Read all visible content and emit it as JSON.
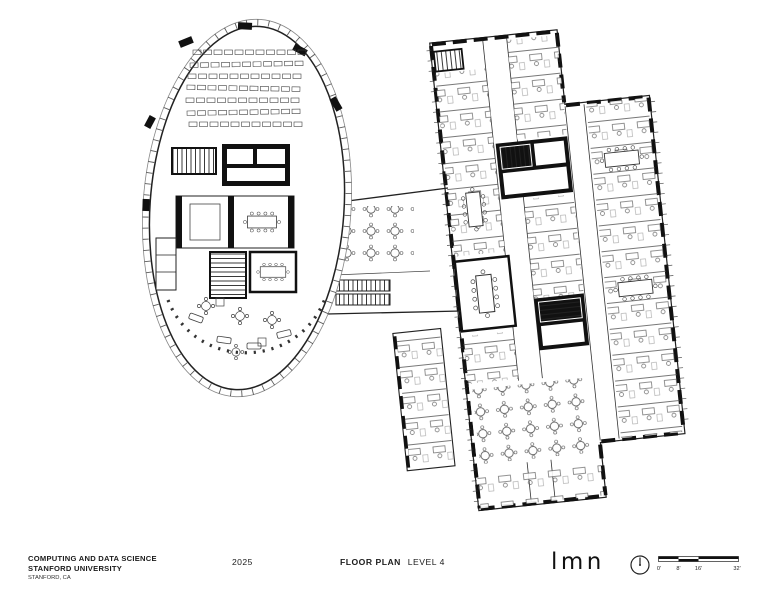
{
  "title_block": {
    "project_name": "COMPUTING AND DATA SCIENCE",
    "client": "STANFORD UNIVERSITY",
    "location": "STANFORD, CA",
    "year": "2025",
    "drawing_title": "FLOOR PLAN",
    "drawing_subtitle": "LEVEL 4",
    "firm_logo": "lmn"
  },
  "scale_bar": {
    "labels": [
      "0'",
      "8'",
      "16'",
      "32'"
    ]
  },
  "drawing": {
    "description": "Level 4 architectural floor plan: oval west building with auditorium seating, stair/elevator core and lounge; tilted east office bar with central corridor, offices, conference rooms, stairs and cafe tables; connecting bridge with tables and two stairs",
    "ink_color": "#1b1b1b",
    "paper_color": "#ffffff"
  }
}
